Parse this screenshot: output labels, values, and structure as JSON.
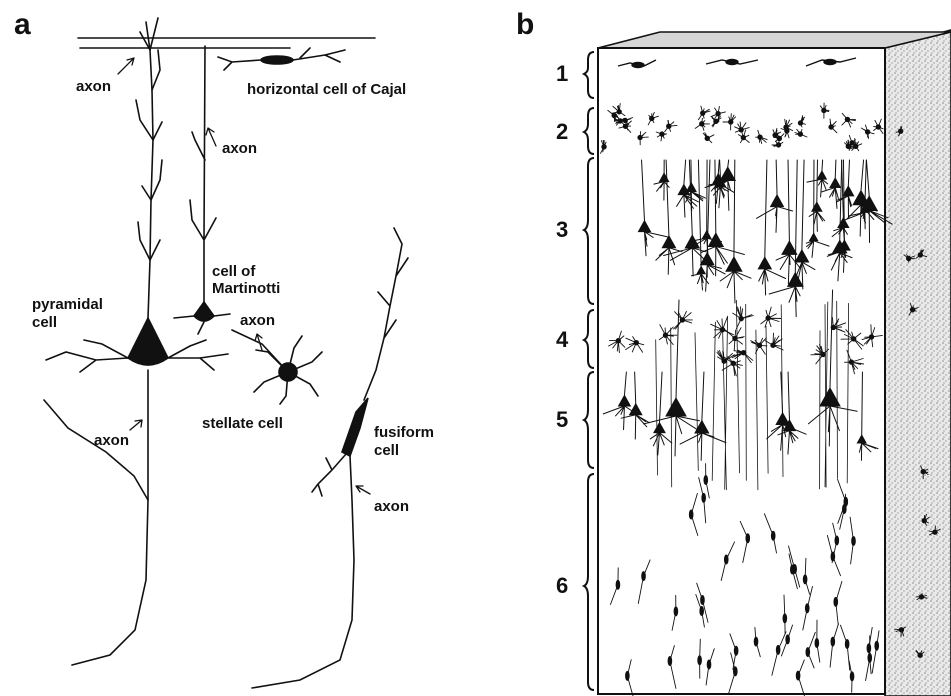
{
  "panels": {
    "a": "a",
    "b": "b"
  },
  "panel_a": {
    "labels": {
      "axon_top": "axon",
      "horizontal_cell": "horizontal cell of Cajal",
      "axon_martinotti": "axon",
      "martinotti_1": "cell of",
      "martinotti_2": "Martinotti",
      "pyramidal_1": "pyramidal",
      "pyramidal_2": "cell",
      "axon_stellate": "axon",
      "stellate": "stellate cell",
      "axon_pyramidal": "axon",
      "fusiform_1": "fusiform",
      "fusiform_2": "cell",
      "axon_fusiform": "axon"
    }
  },
  "panel_b": {
    "layers": [
      "1",
      "2",
      "3",
      "4",
      "5",
      "6"
    ]
  },
  "colors": {
    "ink": "#111111",
    "background": "#ffffff",
    "stipple": "#8a8a8a"
  }
}
